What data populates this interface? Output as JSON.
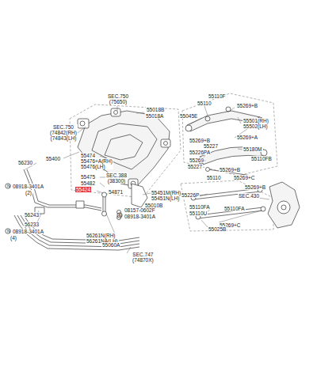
{
  "diagram": {
    "labels": [
      "SEC.750 (75650)",
      "55018B",
      "55018A",
      "SEC.750 (74842(RH) (74843(LH)",
      "55400",
      "55110F",
      "55110",
      "55269+B",
      "55045E",
      "55501(RH) 55502(LH)",
      "55269+A",
      "55269+B",
      "55227",
      "55180M",
      "55226PA",
      "55110FB",
      "55269",
      "55227",
      "55269+B",
      "55474",
      "55476+A(RH) 55476(LH)",
      "SEC.388 (38300)",
      "55475",
      "55482",
      "56230",
      "08918-3401A",
      "(2)",
      "N",
      "55424",
      "54871",
      "55451M(RH) 55451N(LH)",
      "55010B",
      "55226P",
      "55110",
      "55269+C",
      "55269+B",
      "SEC.430",
      "08157-0602F",
      "08918-3401A",
      "N",
      "55110FA",
      "55110FA",
      "55110U",
      "55269+C",
      "55025B",
      "56243",
      "56233",
      "08918-3401A",
      "(4)",
      "N",
      "56261N(RH) 56261NA(LH)",
      "55060A",
      "SEC.747 (74870X)"
    ]
  }
}
